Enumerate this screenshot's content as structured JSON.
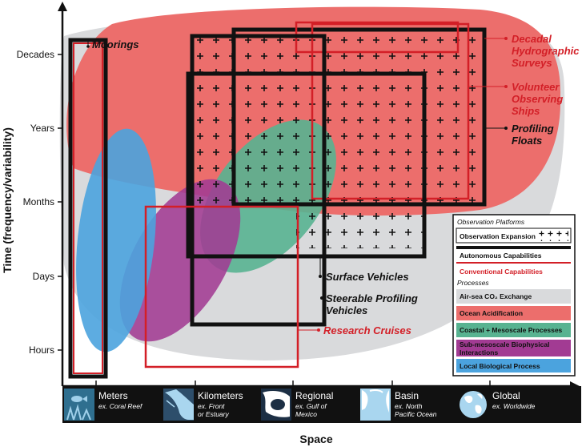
{
  "axes": {
    "y_title": "Time (frequency/variability)",
    "x_title": "Space",
    "y_ticks": [
      "Decades",
      "Years",
      "Months",
      "Days",
      "Hours"
    ]
  },
  "scale_bar": [
    {
      "icon": "fish-coral-icon",
      "name": "Meters",
      "example": "ex. Coral Reef"
    },
    {
      "icon": "estuary-map-icon",
      "name": "Kilometers",
      "example_line1": "ex. Front",
      "example_line2": "or Estuary"
    },
    {
      "icon": "gulf-map-icon",
      "name": "Regional",
      "example_line1": "ex. Gulf of",
      "example_line2": "Mexico"
    },
    {
      "icon": "basin-map-icon",
      "name": "Basin",
      "example_line1": "ex. North",
      "example_line2": "Pacific Ocean"
    },
    {
      "icon": "globe-icon",
      "name": "Global",
      "example": "ex. Worldwide"
    }
  ],
  "callouts": {
    "moorings": "Moorings",
    "decadal_line1": "Decadal",
    "decadal_line2": "Hydrographic",
    "decadal_line3": "Surveys",
    "vos_line1": "Volunteer",
    "vos_line2": "Observing",
    "vos_line3": "Ships",
    "floats_line1": "Profiling",
    "floats_line2": "Floats",
    "surface": "Surface Vehicles",
    "steerable_line1": "Steerable Profiling",
    "steerable_line2": "Vehicles",
    "cruises": "Research Cruises"
  },
  "legend": {
    "platforms_heading": "Observation Platforms",
    "expansion": "Observation Expansion",
    "autonomous": "Autonomous Capabilities",
    "conventional": "Conventional Capabilities",
    "processes_heading": "Processes",
    "process_airsea": "Air-sea CO₂ Exchange",
    "process_acid": "Ocean Acidification",
    "process_coastal": "Coastal + Mesoscale Processes",
    "process_submeso_line1": "Sub-mesoscale Biophysical",
    "process_submeso_line2": "Interactions",
    "process_local": "Local Biological Process"
  },
  "colors": {
    "air_sea_gray": "#d9dadc",
    "ocean_acidification_red": "#ec6e6c",
    "coastal_green": "#58b391",
    "submeso_purple": "#a23b93",
    "local_blue": "#4ba3de",
    "conventional_red": "#d31f27",
    "autonomous_black": "#111111"
  }
}
